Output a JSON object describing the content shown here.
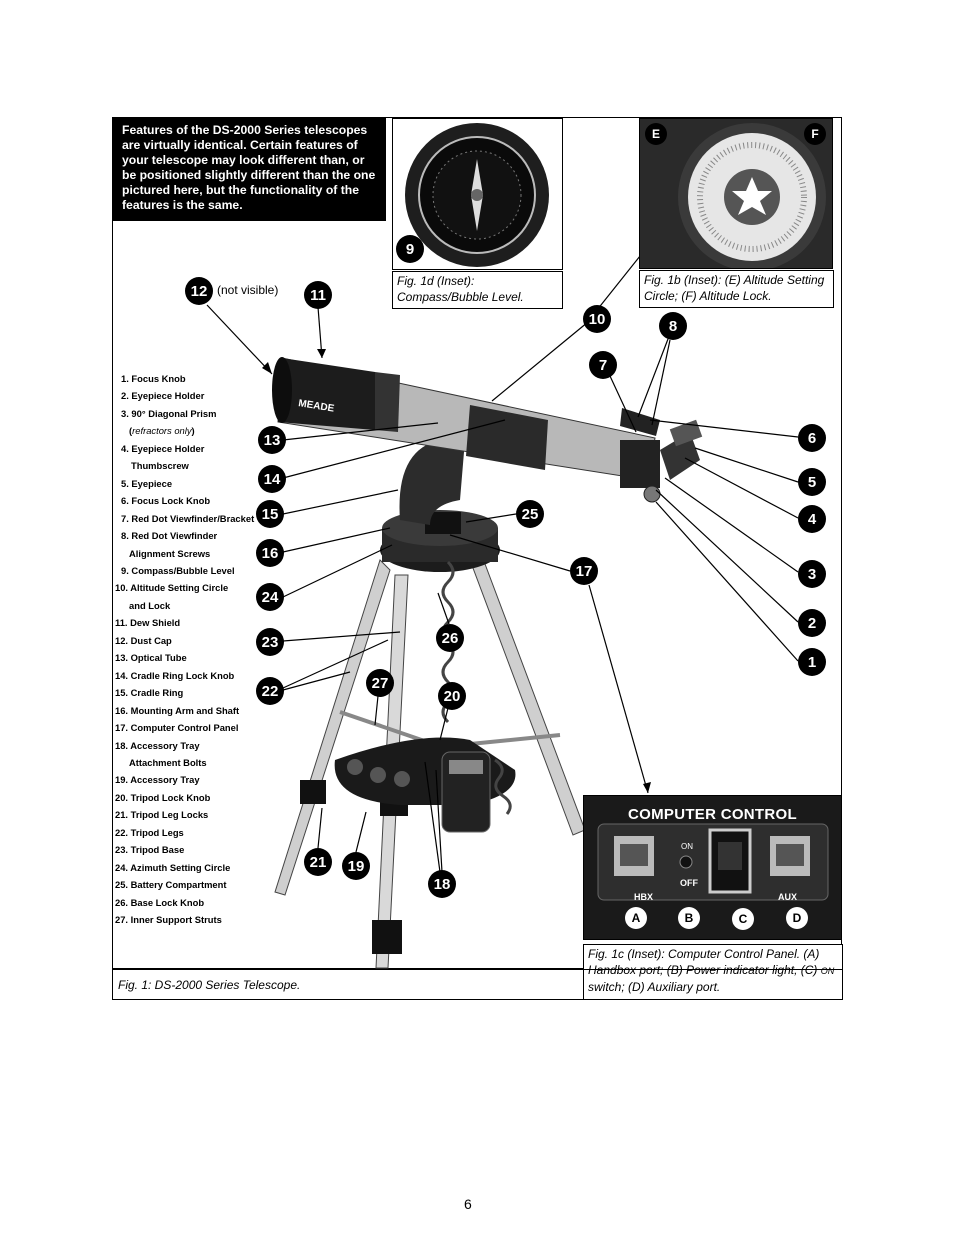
{
  "intro_text": "Features of the DS-2000 Series telescopes are virtually identical. Certain features of your telescope may look different than, or be positioned slightly different than the one pictured here, but the functionality of the features is the same.",
  "insets": {
    "compass_caption": "Fig. 1d (Inset): Compass/Bubble Level.",
    "altitude_caption": "Fig. 1b (Inset): (E) Altitude Setting Circle; (F) Altitude Lock.",
    "computer_caption_pre": "Fig. 1c (Inset): Computer Control Panel. (A) Handbox port; (B) Power indicator light, (C) ",
    "computer_caption_on": "ON",
    "computer_caption_post": " switch; (D) Auxiliary port.",
    "computer_control_title": "COMPUTER CONTROL",
    "panel_labels": {
      "hbx": "HBX",
      "on": "ON",
      "off": "OFF",
      "aux": "AUX"
    },
    "letters": {
      "a": "A",
      "b": "B",
      "c": "C",
      "d": "D",
      "e": "E",
      "f": "F"
    },
    "brand": "MEADE"
  },
  "not_visible_note": "(not visible)",
  "figure_caption": "Fig. 1: DS-2000 Series Telescope.",
  "page_number": "6",
  "parts": [
    "1. Focus Knob",
    "2. Eyepiece Holder",
    "3. 90° Diagonal Prism",
    "4. Eyepiece Holder",
    "5. Eyepiece",
    "6. Focus Lock Knob",
    "7. Red Dot Viewfinder/Bracket",
    "8. Red Dot Viewfinder",
    "9. Compass/Bubble Level",
    "10. Altitude Setting Circle",
    "11. Dew Shield",
    "12. Dust Cap",
    "13. Optical Tube",
    "14. Cradle Ring Lock Knob",
    "15. Cradle Ring",
    "16. Mounting Arm and Shaft",
    "17. Computer Control Panel",
    "18. Accessory Tray",
    "19. Accessory Tray",
    "20. Tripod Lock Knob",
    "21. Tripod Leg Locks",
    "22. Tripod Legs",
    "23. Tripod Base",
    "24. Azimuth Setting Circle",
    "25. Battery Compartment",
    "26. Base Lock Knob",
    "27. Inner Support Struts"
  ],
  "part_continuations": {
    "p3": "refractors only",
    "p4": "Thumbscrew",
    "p8": "Alignment Screws",
    "p10": "and Lock",
    "p18": "Attachment Bolts"
  },
  "callouts": [
    "1",
    "2",
    "3",
    "4",
    "5",
    "6",
    "7",
    "8",
    "9",
    "10",
    "11",
    "12",
    "13",
    "14",
    "15",
    "16",
    "17",
    "18",
    "19",
    "20",
    "21",
    "22",
    "23",
    "24",
    "25",
    "26",
    "27"
  ]
}
